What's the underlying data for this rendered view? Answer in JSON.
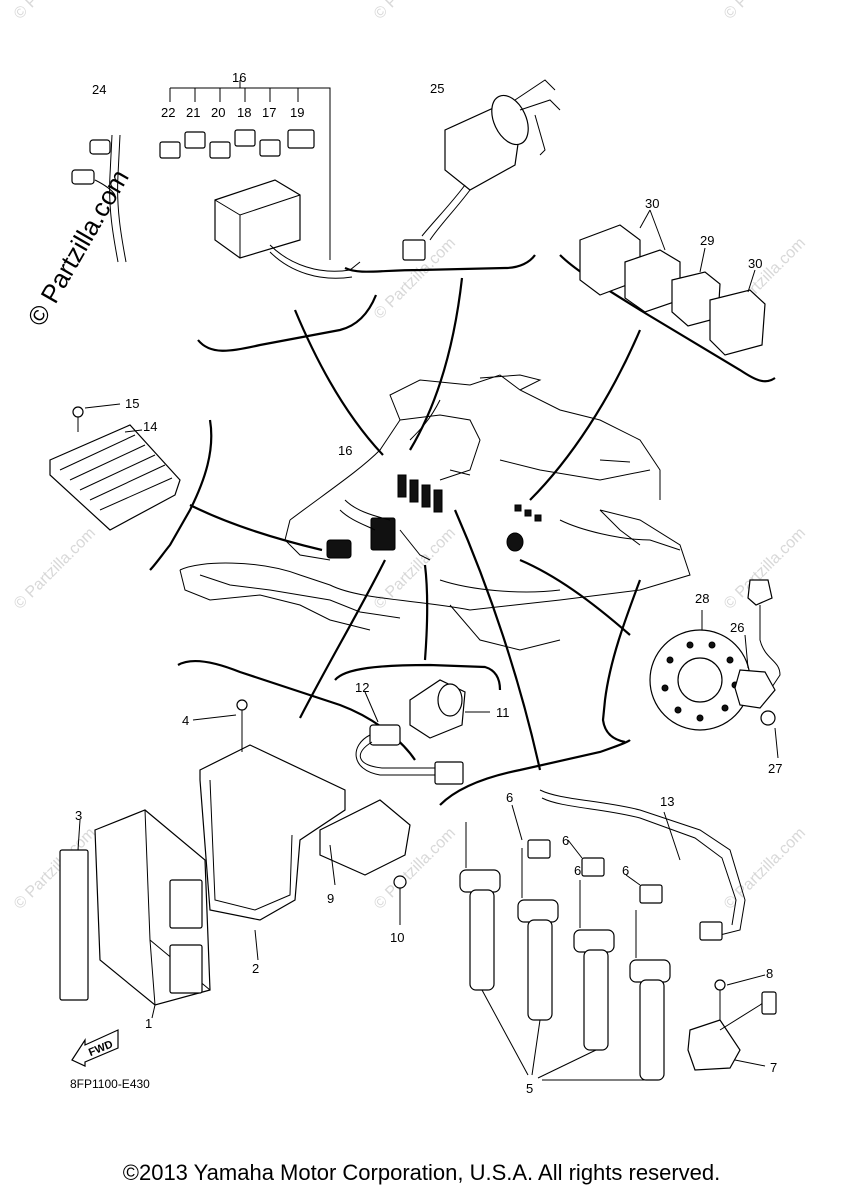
{
  "watermark": {
    "text": "© Partzilla.com"
  },
  "diagram_code": "8FP1100-E430",
  "fwd_label": "FWD",
  "copyright": "©2013 Yamaha Motor Corporation, U.S.A. All rights reserved.",
  "callouts": [
    "1",
    "2",
    "3",
    "4",
    "5",
    "6",
    "6",
    "6",
    "6",
    "7",
    "8",
    "9",
    "10",
    "11",
    "12",
    "13",
    "14",
    "15",
    "16",
    "16",
    "17",
    "18",
    "19",
    "20",
    "21",
    "22",
    "24",
    "25",
    "26",
    "27",
    "28",
    "29",
    "30",
    "30"
  ]
}
